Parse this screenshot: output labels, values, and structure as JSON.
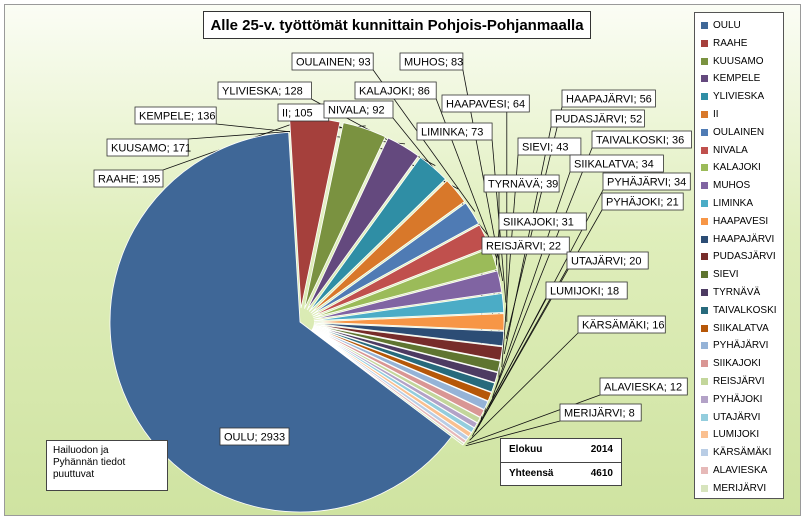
{
  "chart_data": {
    "type": "pie",
    "title": "Alle 25-v. työttömät kunnittain Pohjois-Pohjanmaalla",
    "slices": [
      {
        "name": "OULU",
        "value": 2933,
        "label": "OULU; 2933",
        "color": "#3f6797"
      },
      {
        "name": "RAAHE",
        "value": 195,
        "label": "RAAHE; 195",
        "color": "#a5403c"
      },
      {
        "name": "KUUSAMO",
        "value": 171,
        "label": "KUUSAMO; 171",
        "color": "#7a9240"
      },
      {
        "name": "KEMPELE",
        "value": 136,
        "label": "KEMPELE; 136",
        "color": "#64497e"
      },
      {
        "name": "YLIVIESKA",
        "value": 128,
        "label": "YLIVIESKA; 128",
        "color": "#2f8ea5"
      },
      {
        "name": "II",
        "value": 105,
        "label": "II; 105",
        "color": "#d8782a"
      },
      {
        "name": "OULAINEN",
        "value": 93,
        "label": "OULAINEN; 93",
        "color": "#4f7bb4"
      },
      {
        "name": "NIVALA",
        "value": 92,
        "label": "NIVALA; 92",
        "color": "#c0504d"
      },
      {
        "name": "KALAJOKI",
        "value": 86,
        "label": "KALAJOKI; 86",
        "color": "#9bbb59"
      },
      {
        "name": "MUHOS",
        "value": 83,
        "label": "MUHOS; 83",
        "color": "#8064a2"
      },
      {
        "name": "LIMINKA",
        "value": 73,
        "label": "LIMINKA; 73",
        "color": "#4bacc6"
      },
      {
        "name": "HAAPAVESI",
        "value": 64,
        "label": "HAAPAVESI; 64",
        "color": "#f79646"
      },
      {
        "name": "HAAPAJÄRVI",
        "value": 56,
        "label": "HAAPAJÄRVI; 56",
        "color": "#2c4d75"
      },
      {
        "name": "PUDASJÄRVI",
        "value": 52,
        "label": "PUDASJÄRVI; 52",
        "color": "#772c2a"
      },
      {
        "name": "SIEVI",
        "value": 43,
        "label": "SIEVI; 43",
        "color": "#5f7530"
      },
      {
        "name": "TYRNÄVÄ",
        "value": 39,
        "label": "TYRNÄVÄ; 39",
        "color": "#4d3b62"
      },
      {
        "name": "TAIVALKOSKI",
        "value": 36,
        "label": "TAIVALKOSKI; 36",
        "color": "#276a7c"
      },
      {
        "name": "SIIKALATVA",
        "value": 34,
        "label": "SIIKALATVA; 34",
        "color": "#b65708"
      },
      {
        "name": "PYHÄJÄRVI",
        "value": 34,
        "label": "PYHÄJÄRVI; 34",
        "color": "#95b3d7"
      },
      {
        "name": "SIIKAJOKI",
        "value": 31,
        "label": "SIIKAJOKI; 31",
        "color": "#d99694"
      },
      {
        "name": "REISJÄRVI",
        "value": 22,
        "label": "REISJÄRVI; 22",
        "color": "#c3d69b"
      },
      {
        "name": "PYHÄJOKI",
        "value": 21,
        "label": "PYHÄJOKI; 21",
        "color": "#b3a2c7"
      },
      {
        "name": "UTAJÄRVI",
        "value": 20,
        "label": "UTAJÄRVI; 20",
        "color": "#93cddd"
      },
      {
        "name": "LUMIJOKI",
        "value": 18,
        "label": "LUMIJOKI; 18",
        "color": "#fac090"
      },
      {
        "name": "KÄRSÄMÄKI",
        "value": 16,
        "label": "KÄRSÄMÄKI; 16",
        "color": "#b9cde5"
      },
      {
        "name": "ALAVIESKA",
        "value": 12,
        "label": "ALAVIESKA; 12",
        "color": "#e6b9b8"
      },
      {
        "name": "MERIJÄRVI",
        "value": 8,
        "label": "MERIJÄRVI; 8",
        "color": "#d7e4bd"
      }
    ],
    "legend_position": "right"
  },
  "note": {
    "line1": "Hailuodon ja",
    "line2": "Pyhännän tiedot",
    "line3": "puuttuvat"
  },
  "stats": {
    "month_label": "Elokuu",
    "year": "2014",
    "total_label": "Yhteensä",
    "total": "4610"
  }
}
